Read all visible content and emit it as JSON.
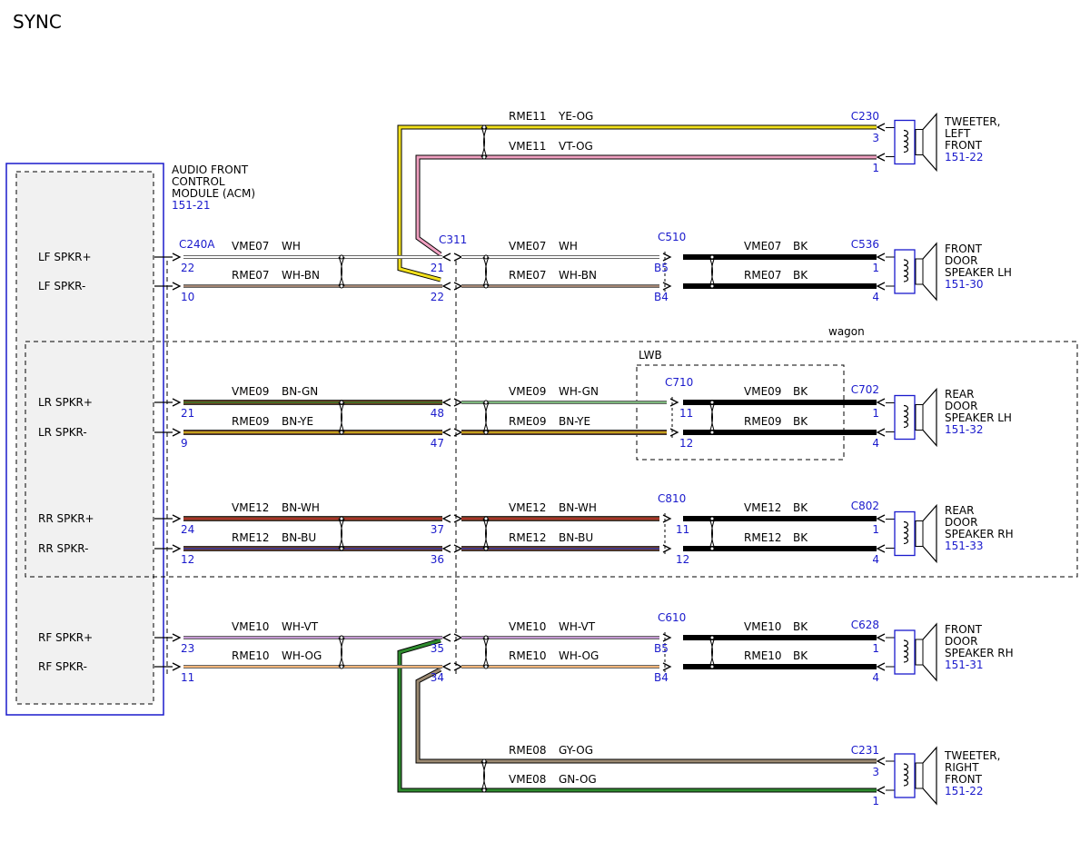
{
  "title": "SYNC",
  "colors": {
    "wh": "#ffffff",
    "bk": "#000000",
    "pink": "#f0a0c0",
    "yellow": "#f2e01c",
    "orange": "#f08a2a",
    "violet": "#a05ab8",
    "brown": "#6b3a1f",
    "green": "#2e8b2e",
    "blue": "#2a3ac8",
    "grey": "#9c8a72",
    "red": "#d03030",
    "connector_blue": "#1a1acc"
  },
  "module": {
    "lines": [
      "AUDIO FRONT",
      "CONTROL",
      "MODULE (ACM)"
    ],
    "ref": "151-21",
    "connector": "C240A",
    "pins": [
      {
        "label": "LF SPKR+",
        "pin": "22"
      },
      {
        "label": "LF SPKR-",
        "pin": "10"
      },
      {
        "label": "LR SPKR+",
        "pin": "21"
      },
      {
        "label": "LR SPKR-",
        "pin": "9"
      },
      {
        "label": "RR SPKR+",
        "pin": "24"
      },
      {
        "label": "RR SPKR-",
        "pin": "12"
      },
      {
        "label": "RF SPKR+",
        "pin": "23"
      },
      {
        "label": "RF SPKR-",
        "pin": "11"
      }
    ]
  },
  "inline_connector": "C311",
  "regions": {
    "wagon": "wagon",
    "lwb": "LWB"
  },
  "wires_left": [
    {
      "circuit": "VME07",
      "color": "WH",
      "c311_pin": "21"
    },
    {
      "circuit": "RME07",
      "color": "WH-BN",
      "c311_pin": "22"
    },
    {
      "circuit": "VME09",
      "color": "BN-GN",
      "c311_pin": "48"
    },
    {
      "circuit": "RME09",
      "color": "BN-YE",
      "c311_pin": "47"
    },
    {
      "circuit": "VME12",
      "color": "BN-WH",
      "c311_pin": "37"
    },
    {
      "circuit": "RME12",
      "color": "BN-BU",
      "c311_pin": "36"
    },
    {
      "circuit": "VME10",
      "color": "WH-VT",
      "c311_pin": "35"
    },
    {
      "circuit": "RME10",
      "color": "WH-OG",
      "c311_pin": "34"
    }
  ],
  "wires_mid": [
    {
      "circuit": "VME07",
      "color": "WH"
    },
    {
      "circuit": "RME07",
      "color": "WH-BN"
    },
    {
      "circuit": "VME09",
      "color": "WH-GN"
    },
    {
      "circuit": "RME09",
      "color": "BN-YE"
    },
    {
      "circuit": "VME12",
      "color": "BN-WH"
    },
    {
      "circuit": "RME12",
      "color": "BN-BU"
    },
    {
      "circuit": "VME10",
      "color": "WH-VT"
    },
    {
      "circuit": "RME10",
      "color": "WH-OG"
    }
  ],
  "door_connectors": [
    {
      "name": "C510",
      "pins": [
        "B5",
        "B4"
      ]
    },
    {
      "name": "C710",
      "pins": [
        "11",
        "12"
      ]
    },
    {
      "name": "C810",
      "pins": [
        "11",
        "12"
      ]
    },
    {
      "name": "C610",
      "pins": [
        "B5",
        "B4"
      ]
    }
  ],
  "wires_right": [
    {
      "circuit": "VME07",
      "color": "BK"
    },
    {
      "circuit": "RME07",
      "color": "BK"
    },
    {
      "circuit": "VME09",
      "color": "BK"
    },
    {
      "circuit": "RME09",
      "color": "BK"
    },
    {
      "circuit": "VME12",
      "color": "BK"
    },
    {
      "circuit": "RME12",
      "color": "BK"
    },
    {
      "circuit": "VME10",
      "color": "BK"
    },
    {
      "circuit": "RME10",
      "color": "BK"
    }
  ],
  "speakers": [
    {
      "connector": "C536",
      "lines": [
        "FRONT",
        "DOOR",
        "SPEAKER LH"
      ],
      "ref": "151-30",
      "pins": [
        "1",
        "4"
      ]
    },
    {
      "connector": "C702",
      "lines": [
        "REAR",
        "DOOR",
        "SPEAKER LH"
      ],
      "ref": "151-32",
      "pins": [
        "1",
        "4"
      ]
    },
    {
      "connector": "C802",
      "lines": [
        "REAR",
        "DOOR",
        "SPEAKER RH"
      ],
      "ref": "151-33",
      "pins": [
        "1",
        "4"
      ]
    },
    {
      "connector": "C628",
      "lines": [
        "FRONT",
        "DOOR",
        "SPEAKER RH"
      ],
      "ref": "151-31",
      "pins": [
        "1",
        "4"
      ]
    }
  ],
  "tweeters": [
    {
      "connector": "C230",
      "lines": [
        "TWEETER,",
        "LEFT",
        "FRONT"
      ],
      "ref": "151-22",
      "pins": [
        "3",
        "1"
      ],
      "wires": [
        {
          "circuit": "RME11",
          "color": "YE-OG"
        },
        {
          "circuit": "VME11",
          "color": "VT-OG"
        }
      ]
    },
    {
      "connector": "C231",
      "lines": [
        "TWEETER,",
        "RIGHT",
        "FRONT"
      ],
      "ref": "151-22",
      "pins": [
        "3",
        "1"
      ],
      "wires": [
        {
          "circuit": "RME08",
          "color": "GY-OG"
        },
        {
          "circuit": "VME08",
          "color": "GN-OG"
        }
      ]
    }
  ]
}
